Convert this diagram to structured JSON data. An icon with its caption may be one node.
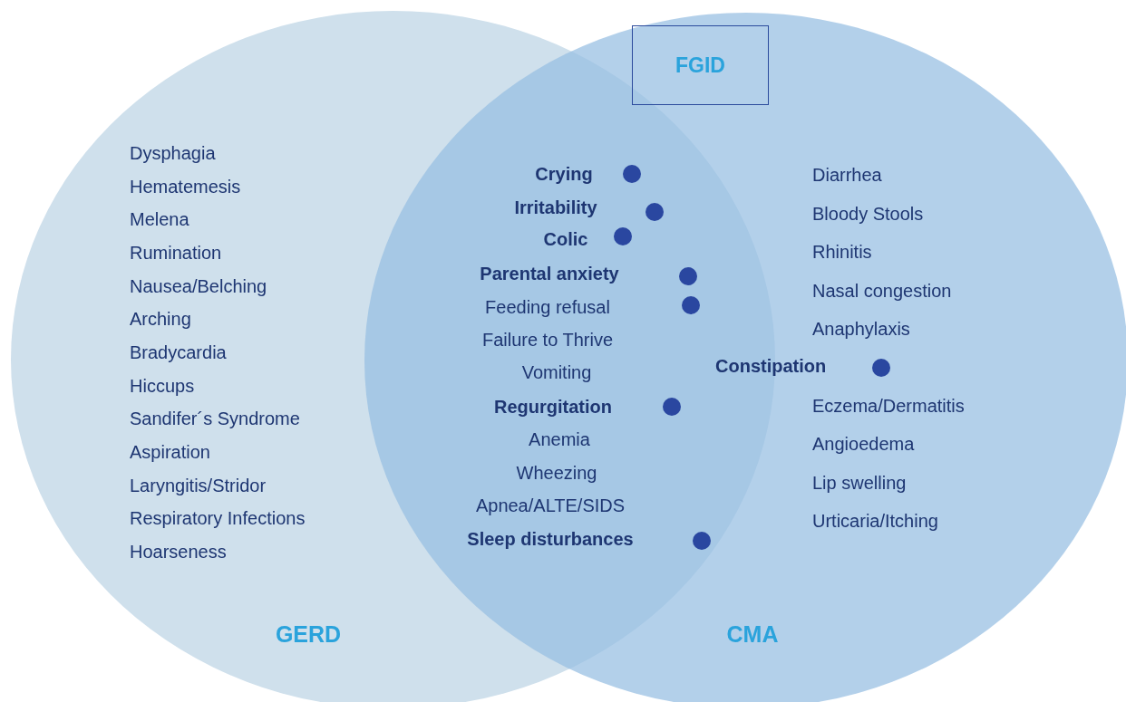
{
  "diagram": {
    "nodes": [
      {
        "text": [
          "GERD"
        ]
      },
      {
        "text": [
          "CMA"
        ]
      },
      {
        "text": [
          "FGID"
        ]
      }
    ],
    "labels": [
      "Dysphagia",
      "Hematemesis",
      "Melena",
      "Rumination",
      "Nausea/Belching",
      "Arching",
      "Bradycardia",
      "Hiccups",
      "Sandifer´s Syndrome",
      "Aspiration",
      "Laryngitis/Stridor",
      "Respiratory Infections",
      "Hoarseness",
      "Crying",
      "Irritability",
      "Colic",
      "Parental anxiety",
      "Feeding refusal",
      "Failure to Thrive",
      "Vomiting",
      "Regurgitation",
      "Anemia",
      "Wheezing",
      "Apnea/ALTE/SIDS",
      "Sleep disturbances",
      "Diarrhea",
      "Bloody Stools",
      "Rhinitis",
      "Nasal congestion",
      "Anaphylaxis",
      "Constipation",
      "Eczema/Dermatitis",
      "Angioedema",
      "Lip swelling",
      "Urticaria/Itching"
    ]
  }
}
